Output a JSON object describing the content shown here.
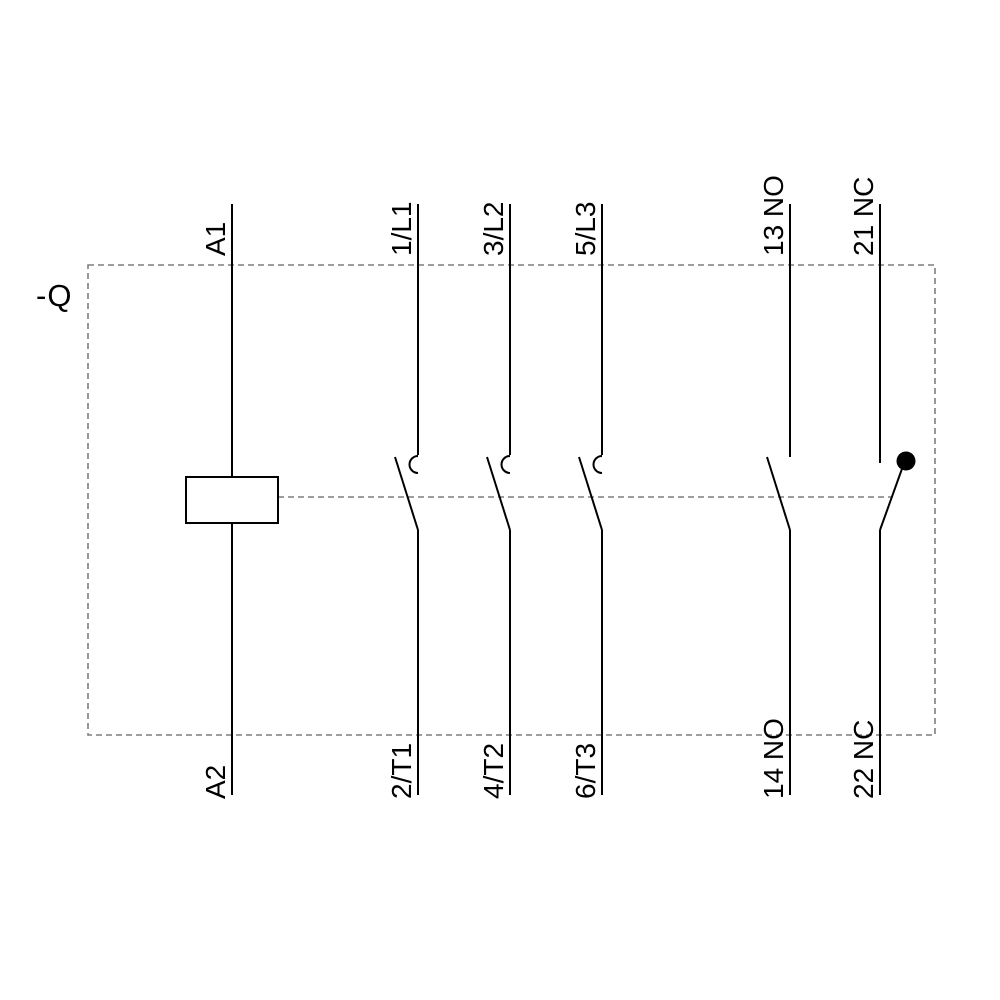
{
  "device_label": "-Q",
  "colors": {
    "line": "#000000",
    "dashed_outline": "#7f7f7f",
    "background": "#ffffff",
    "nc_contact_dot": "#000000"
  },
  "poles": {
    "coil": {
      "top": "A1",
      "bottom": "A2"
    },
    "main": [
      {
        "top": "1/L1",
        "bottom": "2/T1"
      },
      {
        "top": "3/L2",
        "bottom": "4/T2"
      },
      {
        "top": "5/L3",
        "bottom": "6/T3"
      }
    ],
    "aux_no": {
      "top": "13 NO",
      "bottom": "14 NO"
    },
    "aux_nc": {
      "top": "21 NC",
      "bottom": "22 NC"
    }
  }
}
